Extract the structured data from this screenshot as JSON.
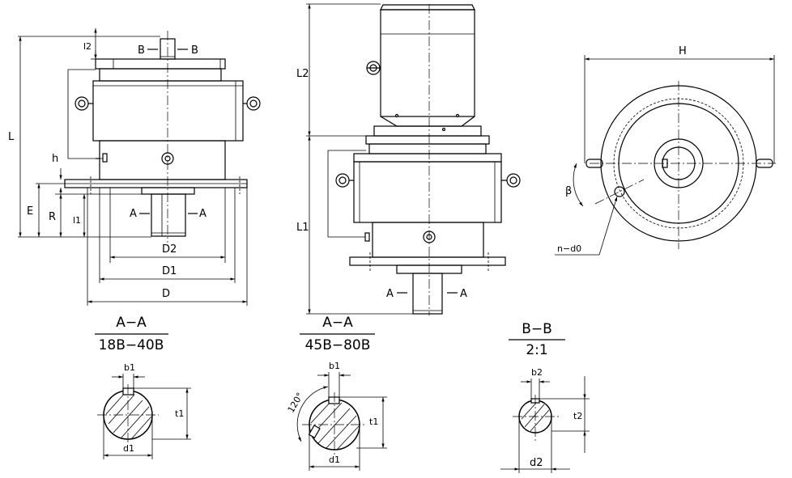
{
  "labels": {
    "L": "L",
    "l2": "l2",
    "B_left": "B",
    "B_right": "B",
    "h": "h",
    "E": "E",
    "R": "R",
    "l1": "l1",
    "A_left1": "A",
    "A_right1": "A",
    "D2": "D2",
    "D1": "D1",
    "D": "D",
    "L2": "L2",
    "L1": "L1",
    "A_left2": "A",
    "A_right2": "A",
    "H": "H",
    "beta": "β",
    "n_d0": "n−d0"
  },
  "sections": {
    "s1_title": "A−A",
    "s1_sub": "18B−40B",
    "s1_b": "b1",
    "s1_t": "t1",
    "s1_d": "d1",
    "s2_title": "A−A",
    "s2_sub": "45B−80B",
    "s2_angle": "120°",
    "s2_b": "b1",
    "s2_t": "t1",
    "s2_d": "d1",
    "s3_title": "B−B",
    "s3_sub": "2:1",
    "s3_b": "b2",
    "s3_t": "t2",
    "s3_d": "d2"
  }
}
